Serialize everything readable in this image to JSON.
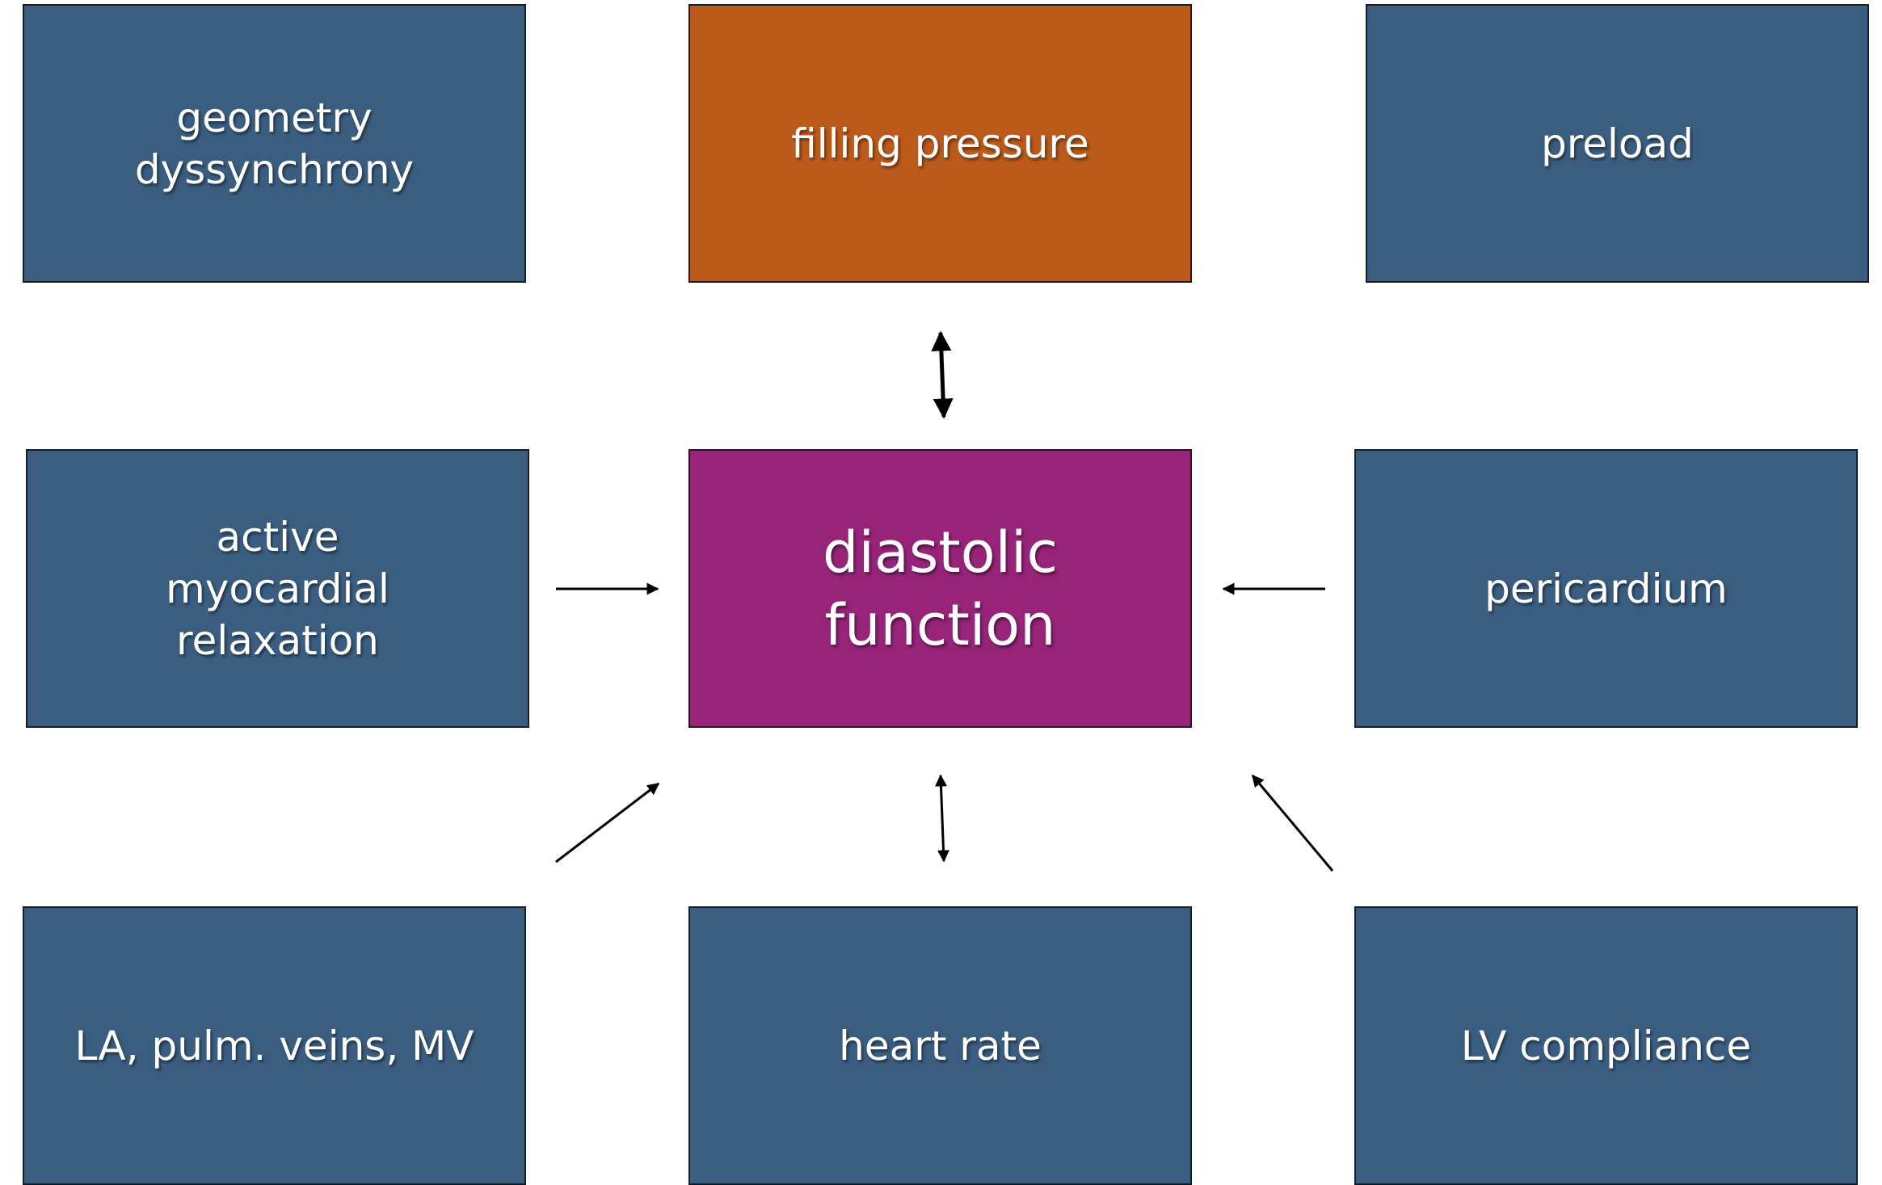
{
  "colors": {
    "blue": "#3b5e80",
    "orange": "#bb5a1a",
    "purple": "#972479",
    "arrow": "#000000"
  },
  "nodes": {
    "geometry": "geometry\ndyssynchrony",
    "filling_pressure": "filling pressure",
    "preload": "preload",
    "active_relaxation": "active\nmyocardial\nrelaxation",
    "diastolic_function": "diastolic\nfunction",
    "pericardium": "pericardium",
    "la_pulm_veins_mv": "LA, pulm. veins, MV",
    "heart_rate": "heart rate",
    "lv_compliance": "LV compliance"
  },
  "edges": [
    {
      "from": "filling_pressure",
      "to": "diastolic_function",
      "direction": "both"
    },
    {
      "from": "active_relaxation",
      "to": "diastolic_function",
      "direction": "forward"
    },
    {
      "from": "pericardium",
      "to": "diastolic_function",
      "direction": "forward"
    },
    {
      "from": "la_pulm_veins_mv",
      "to": "diastolic_function",
      "direction": "forward"
    },
    {
      "from": "heart_rate",
      "to": "diastolic_function",
      "direction": "both"
    },
    {
      "from": "lv_compliance",
      "to": "diastolic_function",
      "direction": "forward"
    }
  ]
}
